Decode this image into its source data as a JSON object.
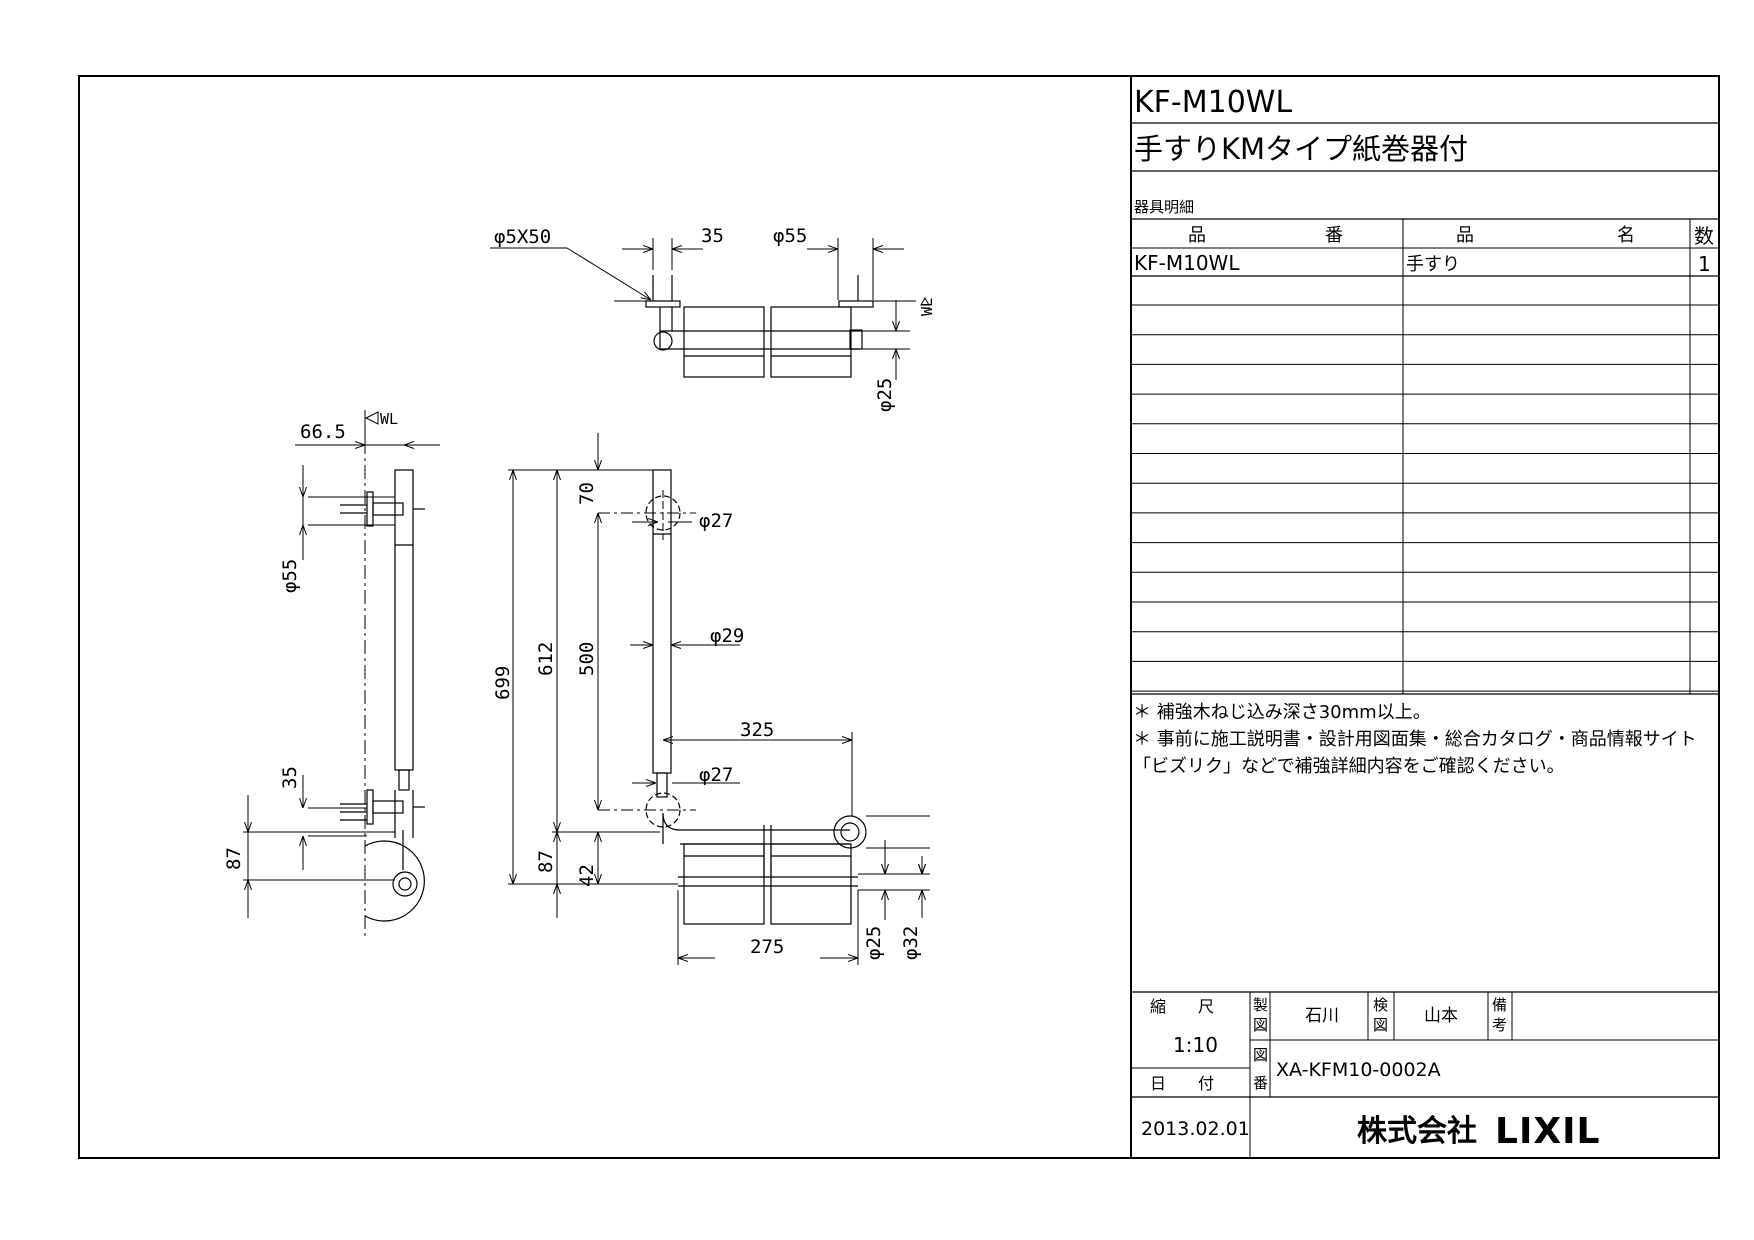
{
  "model": "KF-M10WL",
  "product_title": "手すりKMタイプ紙巻器付",
  "parts_section_label": "器具明細",
  "table_headers": {
    "part_no_1": "品",
    "part_no_2": "番",
    "part_name_1": "品",
    "part_name_2": "名",
    "qty": "数"
  },
  "parts": [
    {
      "part_no": "KF-M10WL",
      "name": "手すり",
      "qty": "1"
    }
  ],
  "notes": [
    "＊ 補強木ねじ込み深さ30mm以上。",
    "＊ 事前に施工説明書・設計用図面集・総合カタログ・商品情報サイト",
    "「ビズリク」などで補強詳細内容をご確認ください。"
  ],
  "title_block": {
    "scale_label": "縮　　尺",
    "scale": "1:10",
    "date_label": "日　　付",
    "date": "2013.02.01",
    "made_label": [
      "製",
      "図"
    ],
    "maker": "石川",
    "check_label": [
      "検",
      "図"
    ],
    "checker": "山本",
    "remarks_label": [
      "備",
      "考"
    ],
    "drawing_no_label": [
      "図",
      "番"
    ],
    "drawing_no": "XA-KFM10-0002A",
    "company": "株式会社",
    "brand": "LIXIL"
  },
  "dimensions": {
    "top_screw": "φ5X50",
    "top_spacing": "35",
    "top_flange": "φ55",
    "top_wl": "WL",
    "top_pipe": "φ25",
    "side_offset": "66.5",
    "side_wl": "WL",
    "side_flange": "φ55",
    "side_35": "35",
    "side_87": "87",
    "front_overall": "699",
    "front_612": "612",
    "front_500": "500",
    "front_70": "70",
    "front_87": "87",
    "front_42": "42",
    "front_d27_top": "φ27",
    "front_d29": "φ29",
    "front_325": "325",
    "front_d27_bottom": "φ27",
    "front_275": "275",
    "front_d25": "φ25",
    "front_d32": "φ32"
  }
}
